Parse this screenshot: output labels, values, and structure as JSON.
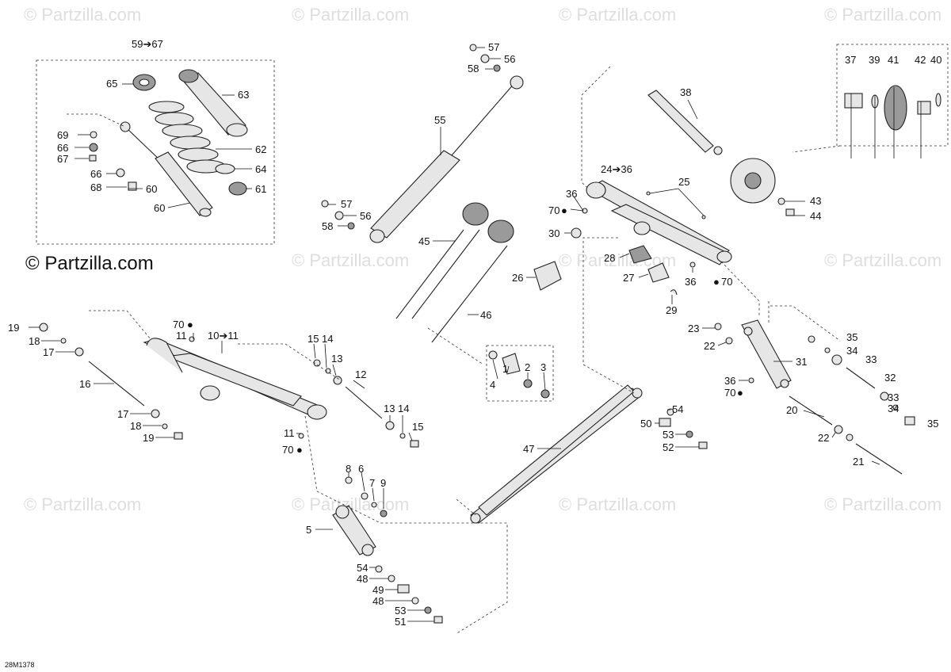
{
  "brand": "© Partzilla.com",
  "watermark": "© Partzilla.com",
  "diagram_code": "28M1378",
  "ranges": {
    "shock_kit": "59➔67",
    "front_arm_kit": "10➔11",
    "rear_arm_kit": "24➔36"
  },
  "drop_symbol": "●",
  "callouts": {
    "c1": "1",
    "c2": "2",
    "c3": "3",
    "c4": "4",
    "c5": "5",
    "c6": "6",
    "c7": "7",
    "c8": "8",
    "c9": "9",
    "c11a": "11",
    "c11b": "11",
    "c12": "12",
    "c13a": "13",
    "c13b": "13",
    "c14a": "14",
    "c14b": "14",
    "c15a": "15",
    "c15b": "15",
    "c16": "16",
    "c17a": "17",
    "c17b": "17",
    "c18a": "18",
    "c18b": "18",
    "c19a": "19",
    "c19b": "19",
    "c20": "20",
    "c21": "21",
    "c22a": "22",
    "c22b": "22",
    "c23": "23",
    "c25": "25",
    "c26": "26",
    "c27": "27",
    "c28": "28",
    "c29": "29",
    "c30": "30",
    "c31": "31",
    "c32": "32",
    "c33a": "33",
    "c33b": "33",
    "c34a": "34",
    "c34b": "34",
    "c35a": "35",
    "c35b": "35",
    "c36a": "36",
    "c36b": "36",
    "c36c": "36",
    "c37": "37",
    "c38": "38",
    "c39": "39",
    "c40": "40",
    "c41": "41",
    "c42": "42",
    "c43": "43",
    "c44": "44",
    "c45": "45",
    "c46": "46",
    "c47": "47",
    "c48a": "48",
    "c48b": "48",
    "c49": "49",
    "c50": "50",
    "c51": "51",
    "c52": "52",
    "c53a": "53",
    "c53b": "53",
    "c54a": "54",
    "c54b": "54",
    "c55": "55",
    "c56a": "56",
    "c56b": "56",
    "c57a": "57",
    "c57b": "57",
    "c58a": "58",
    "c58b": "58",
    "c60": "60",
    "c61": "61",
    "c62": "62",
    "c63": "63",
    "c64": "64",
    "c65": "65",
    "c66a": "66",
    "c66b": "66",
    "c67": "67",
    "c68": "68",
    "c69": "69",
    "c70a": "70",
    "c70b": "70",
    "c70c": "70",
    "c70d": "70"
  }
}
